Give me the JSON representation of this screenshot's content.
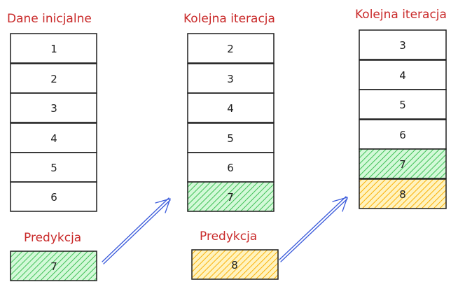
{
  "columns": [
    {
      "title": "Dane inicjalne",
      "cells": [
        {
          "label": "1",
          "fill": "none"
        },
        {
          "label": "2",
          "fill": "none"
        },
        {
          "label": "3",
          "fill": "none"
        },
        {
          "label": "4",
          "fill": "none"
        },
        {
          "label": "5",
          "fill": "none"
        },
        {
          "label": "6",
          "fill": "none"
        }
      ]
    },
    {
      "title": "Kolejna iteracja",
      "cells": [
        {
          "label": "2",
          "fill": "none"
        },
        {
          "label": "3",
          "fill": "none"
        },
        {
          "label": "4",
          "fill": "none"
        },
        {
          "label": "5",
          "fill": "none"
        },
        {
          "label": "6",
          "fill": "none"
        },
        {
          "label": "7",
          "fill": "green"
        }
      ]
    },
    {
      "title": "Kolejna iteracja",
      "cells": [
        {
          "label": "3",
          "fill": "none"
        },
        {
          "label": "4",
          "fill": "none"
        },
        {
          "label": "5",
          "fill": "none"
        },
        {
          "label": "6",
          "fill": "none"
        },
        {
          "label": "7",
          "fill": "green"
        },
        {
          "label": "8",
          "fill": "orange"
        }
      ]
    }
  ],
  "predictions": [
    {
      "title": "Predykcja",
      "label": "7",
      "fill": "green"
    },
    {
      "title": "Predykcja",
      "label": "8",
      "fill": "orange"
    }
  ],
  "colors": {
    "title": "#c92a2a",
    "stroke": "#1e1e1e",
    "arrow": "#3b5bdb",
    "green": "#40c057",
    "orange": "#fab005"
  }
}
